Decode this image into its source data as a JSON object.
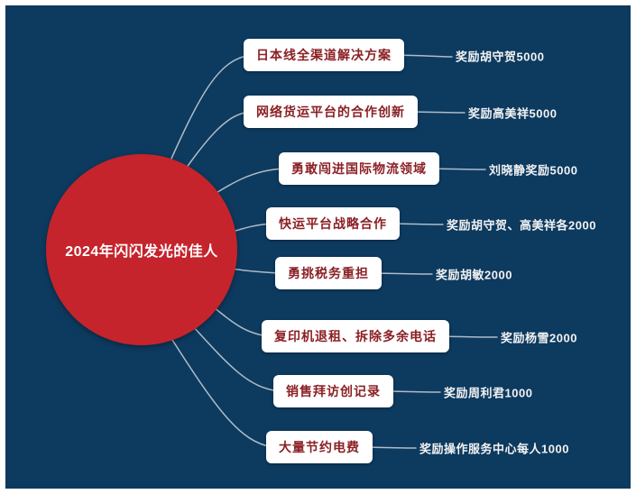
{
  "colors": {
    "background": "#0d3a5f",
    "root_fill": "#c5242c",
    "root_text": "#ffffff",
    "branch_box_bg": "#ffffff",
    "branch_box_text": "#8b2024",
    "reward_text": "#f2f2f2",
    "connector_line": "#c9d3da"
  },
  "chart_data": {
    "type": "mindmap",
    "root": "2024年闪闪发光的佳人",
    "branches": [
      {
        "topic": "日本线全渠道解决方案",
        "reward": "奖励胡守贺5000"
      },
      {
        "topic": "网络货运平台的合作创新",
        "reward": "奖励高美祥5000"
      },
      {
        "topic": "勇敢闯进国际物流领域",
        "reward": "刘晓静奖励5000"
      },
      {
        "topic": "快运平台战略合作",
        "reward": "奖励胡守贺、高美祥各2000"
      },
      {
        "topic": "勇挑税务重担",
        "reward": "奖励胡敏2000"
      },
      {
        "topic": "复印机退租、拆除多余电话",
        "reward": "奖励杨雪2000"
      },
      {
        "topic": "销售拜访创记录",
        "reward": "奖励周利君1000"
      },
      {
        "topic": "大量节约电费",
        "reward": "奖励操作服务中心每人1000"
      }
    ]
  },
  "root": {
    "label": "2024年闪闪发光的佳人"
  },
  "branches": [
    {
      "topic": "日本线全渠道解决方案",
      "reward": "奖励胡守贺5000"
    },
    {
      "topic": "网络货运平台的合作创新",
      "reward": "奖励高美祥5000"
    },
    {
      "topic": "勇敢闯进国际物流领域",
      "reward": "刘晓静奖励5000"
    },
    {
      "topic": "快运平台战略合作",
      "reward": "奖励胡守贺、高美祥各2000"
    },
    {
      "topic": "勇挑税务重担",
      "reward": "奖励胡敏2000"
    },
    {
      "topic": "复印机退租、拆除多余电话",
      "reward": "奖励杨雪2000"
    },
    {
      "topic": "销售拜访创记录",
      "reward": "奖励周利君1000"
    },
    {
      "topic": "大量节约电费",
      "reward": "奖励操作服务中心每人1000"
    }
  ]
}
